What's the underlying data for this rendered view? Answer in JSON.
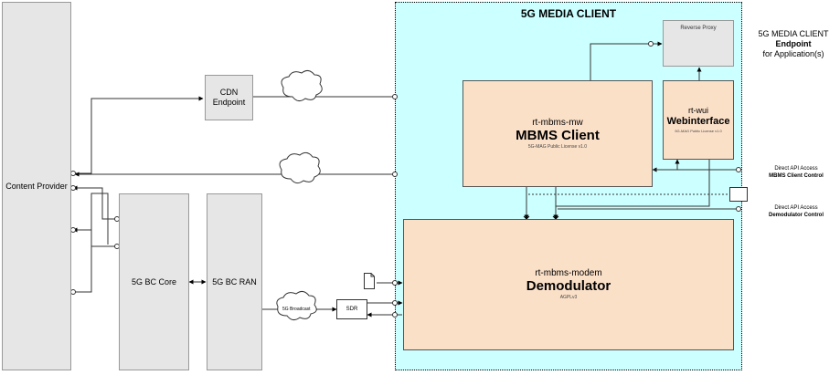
{
  "client_area": {
    "title": "5G MEDIA CLIENT"
  },
  "content_provider": {
    "label": "Content Provider"
  },
  "cdn": {
    "line1": "CDN",
    "line2": "Endpoint"
  },
  "bc_core": {
    "label": "5G BC Core"
  },
  "bc_ran": {
    "label": "5G BC RAN"
  },
  "broadcast_cloud": {
    "label": "5G Broadcast"
  },
  "sdr": {
    "label": "SDR"
  },
  "reverse_proxy": {
    "label": "Reverse Proxy"
  },
  "mbms_client": {
    "module": "rt-mbms-mw",
    "title": "MBMS Client",
    "license": "5G-MAG Public License v1.0"
  },
  "webinterface": {
    "module": "rt-wui",
    "title": "Webinterface",
    "license": "5G-MAG Public License v1.0"
  },
  "demodulator": {
    "module": "rt-mbms-modem",
    "title": "Demodulator",
    "license": "AGPLv3"
  },
  "endpoint_label": {
    "line1": "5G MEDIA CLIENT",
    "line2": "Endpoint",
    "line3": "for Application(s)"
  },
  "api_mbms": {
    "line1": "Direct API Access",
    "line2": "MBMS Client Control"
  },
  "api_demod": {
    "line1": "Direct API Access",
    "line2": "Demodulator Control"
  },
  "colors": {
    "client_bg": "#ccffff",
    "module_bg": "#fbe0c8",
    "box_gray": "#e6e6e6"
  }
}
